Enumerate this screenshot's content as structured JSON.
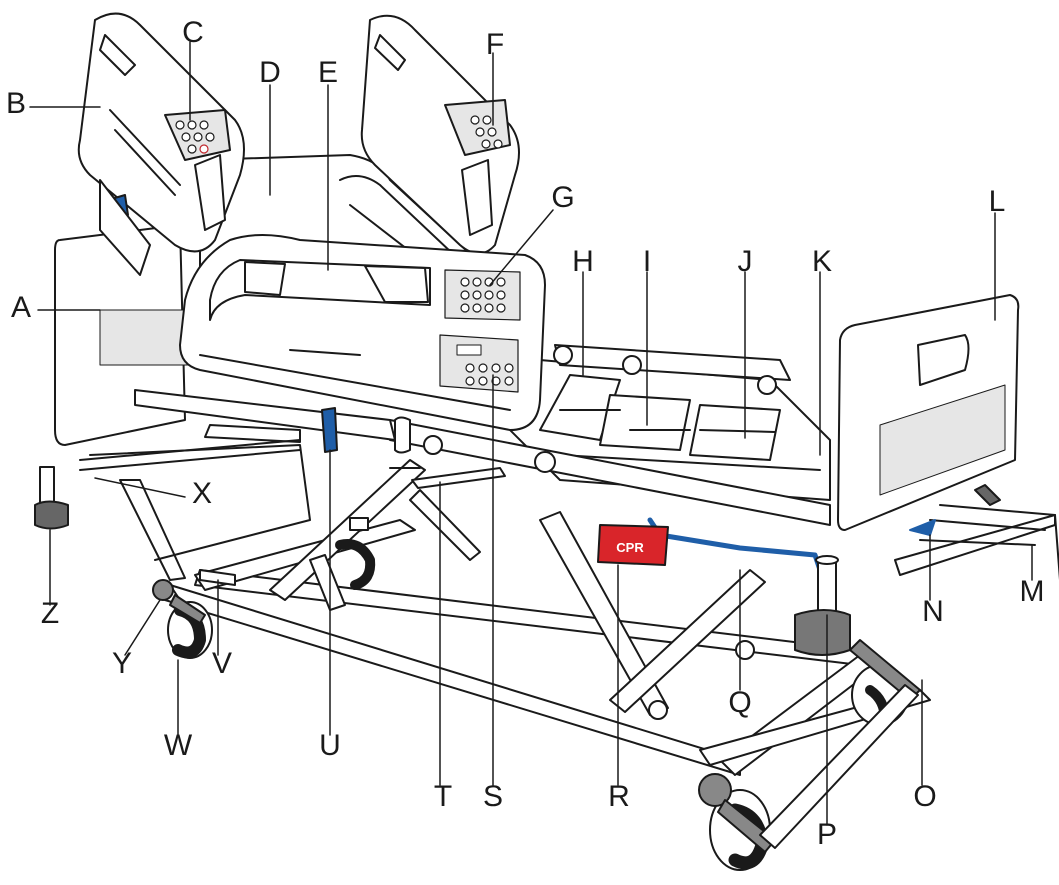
{
  "labels": {
    "A": "A",
    "B": "B",
    "C": "C",
    "D": "D",
    "E": "E",
    "F": "F",
    "G": "G",
    "H": "H",
    "I": "I",
    "J": "J",
    "K": "K",
    "L": "L",
    "M": "M",
    "N": "N",
    "O": "O",
    "P": "P",
    "Q": "Q",
    "R": "R",
    "S": "S",
    "T": "T",
    "U": "U",
    "V": "V",
    "W": "W",
    "X": "X",
    "Y": "Y",
    "Z": "Z"
  },
  "cpr_text": "CPR",
  "colors": {
    "line": "#1a1a1a",
    "cpr_red": "#d9252a",
    "blue": "#1f5ea8",
    "panel_gray": "#e6e6e6",
    "light_gray": "#f2f2f2",
    "accent_red": "#c0272d"
  }
}
